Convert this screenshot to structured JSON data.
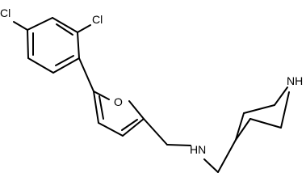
{
  "structure": {
    "atom_labels": {
      "cl_top": "Cl",
      "cl_right": "Cl",
      "furan_o": "O",
      "amine_nh": "HN",
      "ring_nh": "NH"
    }
  },
  "colors": {
    "bond": "#000000",
    "label": "#000000",
    "background": "#ffffff"
  }
}
